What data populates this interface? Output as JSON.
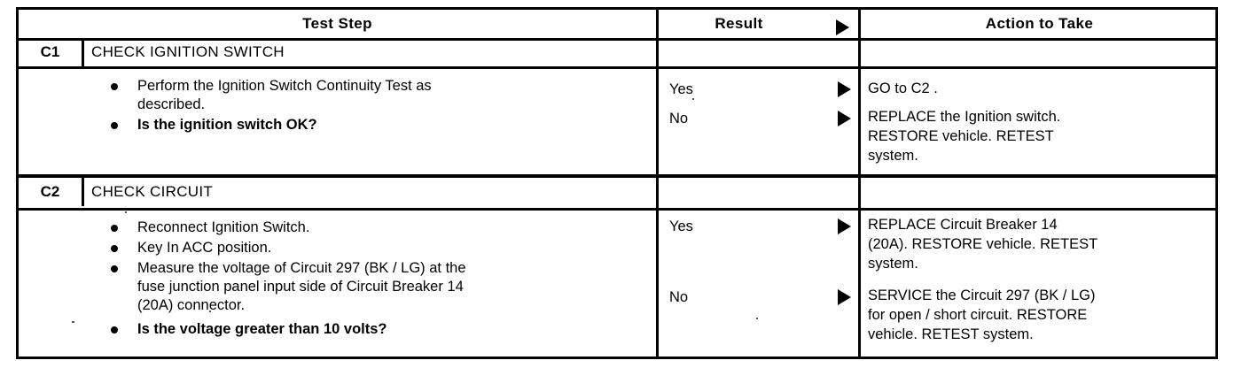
{
  "table": {
    "headers": {
      "test_step": "Test Step",
      "result": "Result",
      "action": "Action to Take",
      "result_arrow_icon": "right-triangle-icon"
    },
    "steps": [
      {
        "code": "C1",
        "title": "CHECK IGNITION SWITCH",
        "bullets": [
          {
            "bold": false,
            "lines": [
              "Perform the Ignition Switch Continuity Test as",
              "described."
            ]
          },
          {
            "bold": true,
            "lines": [
              "Is the ignition switch OK?"
            ]
          }
        ],
        "results": [
          {
            "label": "Yes",
            "arrow_icon": "right-triangle-icon",
            "action_lines": [
              "GO to C2 ."
            ]
          },
          {
            "label": "No",
            "arrow_icon": "right-triangle-icon",
            "action_lines": [
              "REPLACE the Ignition switch.",
              "RESTORE vehicle. RETEST",
              "system."
            ]
          }
        ]
      },
      {
        "code": "C2",
        "title": "CHECK CIRCUIT",
        "bullets": [
          {
            "bold": false,
            "lines": [
              "Reconnect Ignition Switch."
            ]
          },
          {
            "bold": false,
            "lines": [
              "Key In ACC position."
            ]
          },
          {
            "bold": false,
            "lines": [
              "Measure the voltage of Circuit 297 (BK / LG) at the",
              "fuse junction panel input side of Circuit Breaker 14",
              "(20A) connector."
            ]
          },
          {
            "bold": true,
            "lines": [
              "Is the voltage greater than 10 volts?"
            ]
          }
        ],
        "results": [
          {
            "label": "Yes",
            "arrow_icon": "right-triangle-icon",
            "action_lines": [
              "REPLACE Circuit Breaker 14",
              "(20A). RESTORE vehicle. RETEST",
              "system."
            ]
          },
          {
            "label": "No",
            "arrow_icon": "right-triangle-icon",
            "action_lines": [
              "SERVICE the Circuit 297 (BK / LG)",
              "for open / short circuit. RESTORE",
              "vehicle. RETEST system."
            ]
          }
        ]
      }
    ]
  },
  "colors": {
    "ink": "#000000",
    "paper": "#ffffff"
  }
}
